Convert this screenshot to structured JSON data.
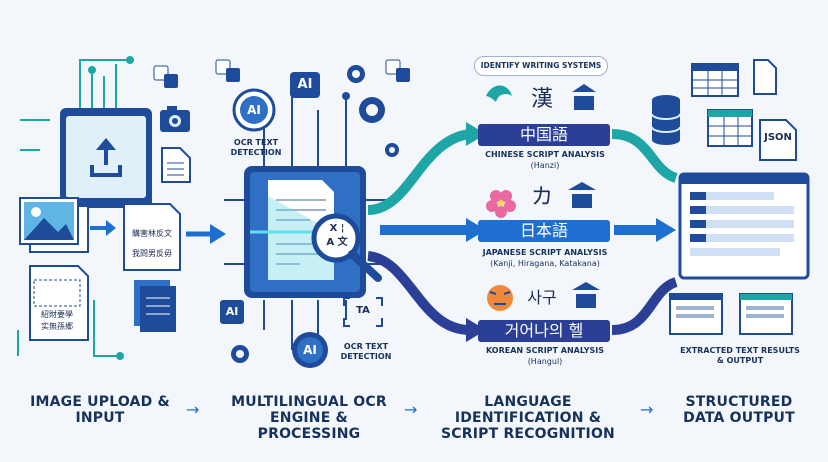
{
  "stages": {
    "input": {
      "label": "IMAGE UPLOAD & INPUT"
    },
    "ocr": {
      "label": "MULTILINGUAL OCR ENGINE & PROCESSING"
    },
    "language": {
      "label": "LANGUAGE IDENTIFICATION & SCRIPT RECOGNITION"
    },
    "output": {
      "label": "STRUCTURED DATA OUTPUT"
    }
  },
  "input_docs": {
    "doc1_lines": [
      "購害林反文",
      "我問男反毋"
    ],
    "doc2_lines": [
      "紹財要學",
      "实無孫郷"
    ]
  },
  "ocr_engine": {
    "ai_badges": [
      "AI",
      "AI",
      "AI",
      "AI"
    ],
    "ocr_caption_top": "OCR TEXT DETECTION",
    "ocr_caption_bottom": "OCR TEXT DETECTION",
    "magnifier_text": "X ¦\nA 文",
    "ta_symbol": "TA"
  },
  "language_id": {
    "header_pill": "IDENTIFY WRITING SYSTEMS",
    "chinese": {
      "header_glyph": "漢",
      "banner": "中国語",
      "caption": "CHINESE SCRIPT ANALYSIS",
      "subcaption": "(Hanzi)"
    },
    "japanese": {
      "header_glyph": "カ",
      "banner": "日本語",
      "caption": "JAPANESE SCRIPT ANALYSIS",
      "subcaption": "(Kanji, Hiragana, Katakana)"
    },
    "korean": {
      "header_glyph": "사구",
      "banner": "거어나의 헬",
      "caption": "KOREAN SCRIPT ANALYSIS",
      "subcaption": "(Hangul)"
    }
  },
  "output": {
    "json_badge": "JSON",
    "caption": "EXTRACTED TEXT RESULTS & OUTPUT"
  },
  "flow_arrow_glyph": "→",
  "colors": {
    "navy": "#16325c",
    "blue": "#1f6fd0",
    "teal": "#1ea6a6",
    "indigo": "#2b3f96",
    "light": "#dbe7f5"
  },
  "icons": [
    "upload-icon",
    "camera-icon",
    "gear-icon",
    "translate-icon",
    "magnifier-icon",
    "database-icon",
    "spreadsheet-icon",
    "document-icon",
    "flower-icon",
    "tiger-icon",
    "pagoda-icon",
    "dragon-icon"
  ]
}
